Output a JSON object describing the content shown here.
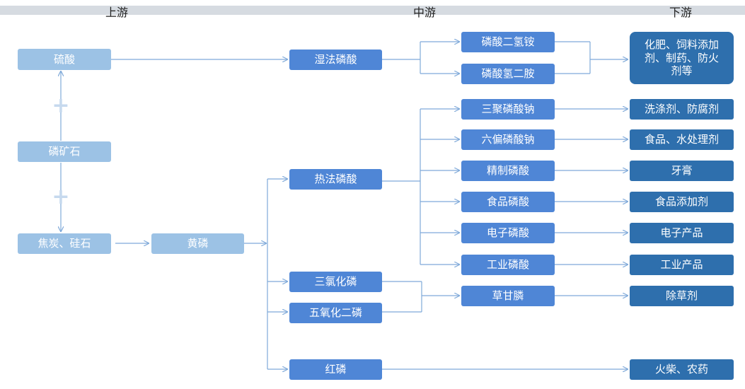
{
  "stages": {
    "upstream": "上游",
    "midstream": "中游",
    "downstream": "下游"
  },
  "upstream": {
    "sulfuric_acid": "硫酸",
    "phosphate_rock": "磷矿石",
    "coke_silica": "焦炭、硅石",
    "yellow_phosphorus": "黄磷"
  },
  "midstream": {
    "wet_phosphoric_acid": "湿法磷酸",
    "thermal_phosphoric_acid": "热法磷酸",
    "phosphorus_trichloride": "三氯化磷",
    "phosphorus_pentoxide": "五氧化二磷",
    "red_phosphorus": "红磷",
    "map": "磷酸二氢铵",
    "dap": "磷酸氢二胺",
    "stpp": "三聚磷酸钠",
    "shmp": "六偏磷酸钠",
    "refined_acid": "精制磷酸",
    "food_acid": "食品磷酸",
    "electronic_acid": "电子磷酸",
    "industrial_acid": "工业磷酸",
    "glyphosate": "草甘膦"
  },
  "downstream": {
    "fertilizer": "化肥、饲料添加剂、制药、防火剂等",
    "detergent": "洗涤剂、防腐剂",
    "food_water": "食品、水处理剂",
    "toothpaste": "牙膏",
    "food_additive": "食品添加剂",
    "electronics": "电子产品",
    "industrial_products": "工业产品",
    "herbicide": "除草剂",
    "matches_pesticide": "火柴、农药"
  },
  "colors": {
    "upstream": "#9cc2e5",
    "midstream": "#4f86d6",
    "downstream": "#2e6fad",
    "connector": "#7fa9d9"
  }
}
